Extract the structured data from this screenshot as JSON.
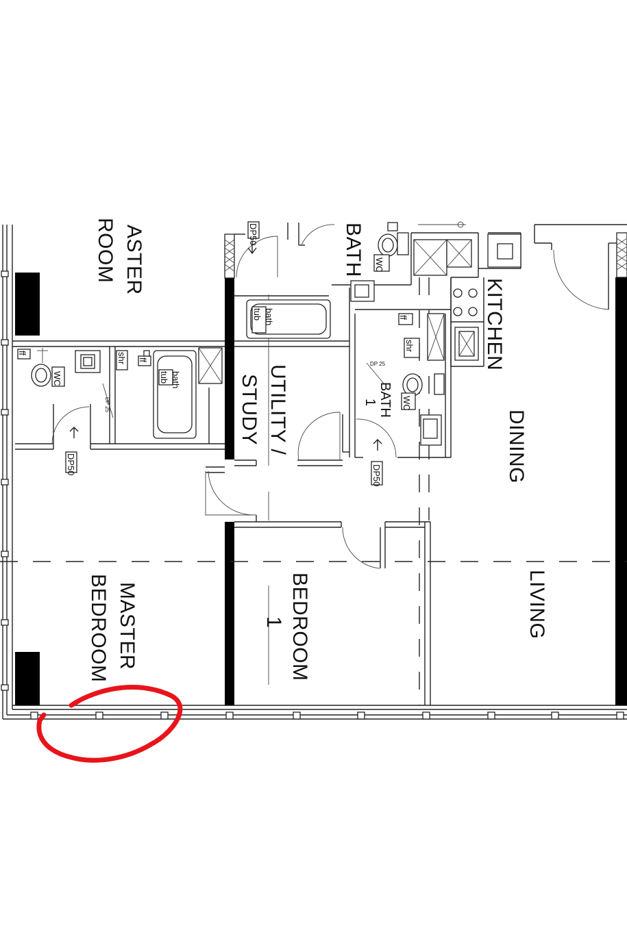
{
  "rooms": {
    "master_bedroom_top_line1": "ASTER",
    "master_bedroom_top_line2": "ROOM",
    "bath_top": "BATH",
    "kitchen": "KITCHEN",
    "utility_study_line1": "UTILITY /",
    "utility_study_line2": "STUDY",
    "bath1_line1": "BATH",
    "bath1_line2": "1",
    "dining": "DINING",
    "master_bedroom_line1": "MASTER",
    "master_bedroom_line2": "BEDROOM",
    "bedroom1_line1": "BEDROOM",
    "bedroom1_line2": "1",
    "living": "LIVING"
  },
  "fixtures": {
    "wc": "WC",
    "shr": "shr",
    "bath_line1": "bath",
    "bath_line2": "tub",
    "ff": "ff",
    "dp25": "DP 25",
    "dp50": "DP50"
  },
  "colors": {
    "ink": "#000000",
    "markup": "#e8141b",
    "background": "#ffffff"
  }
}
